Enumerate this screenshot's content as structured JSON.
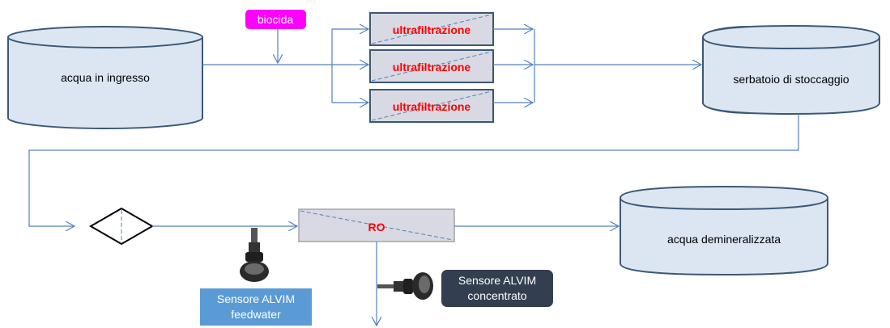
{
  "diagram": {
    "nodes": {
      "inlet_tank": "acqua in ingresso",
      "biocide": "biocida",
      "uf_1": "ultrafiltrazione",
      "uf_2": "ultrafiltrazione",
      "uf_3": "ultrafiltrazione",
      "storage_tank": "serbatoio di stoccaggio",
      "ro_unit": "RO",
      "demin_tank": "acqua demineralizzata",
      "sensor_feed_line1": "Sensore ALVIM",
      "sensor_feed_line2": "feedwater",
      "sensor_conc_line1": "Sensore ALVIM",
      "sensor_conc_line2": "concentrato"
    },
    "colors": {
      "line": "#4f81bd",
      "tank_fill": "#dce6f2",
      "uf_fill": "#d9d9e3",
      "uf_border": "#3b5878",
      "biocide_fill": "#ff00ff",
      "feed_box": "#5b9bd5",
      "conc_box": "#333f50",
      "label_red": "#ff0000"
    }
  }
}
